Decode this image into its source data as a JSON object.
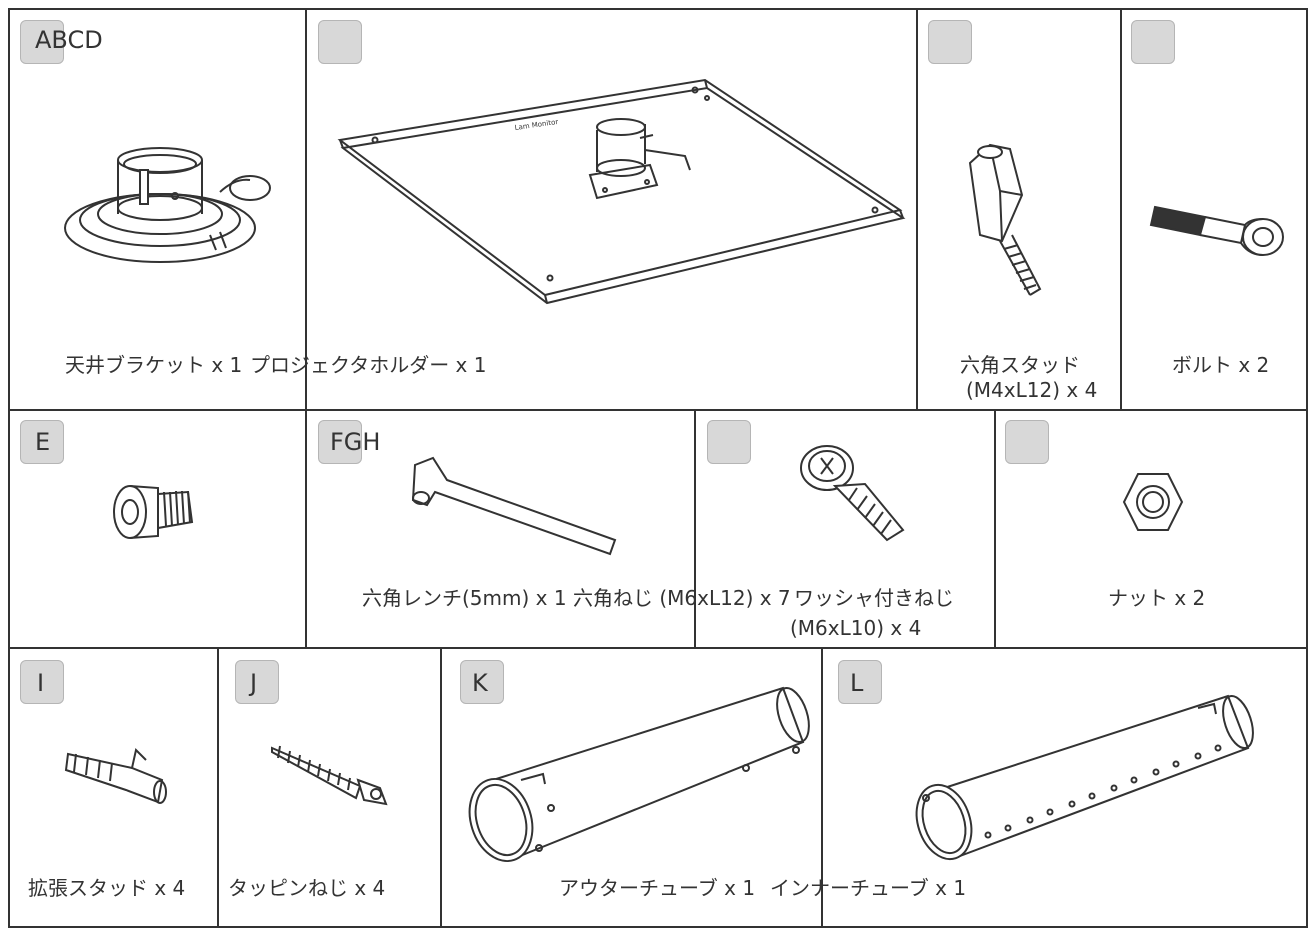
{
  "row1": {
    "labels": {
      "group": "ABCD"
    },
    "captions": {
      "ceiling_bracket": "天井ブラケット x 1",
      "projector_holder": "プロジェクタホルダー x 1",
      "hex_standoff_line1": "六角スタッド",
      "hex_standoff_line2": "(M4xL12) x 4",
      "bolt": "ボルト x 2"
    }
  },
  "row2": {
    "labels": {
      "e": "E",
      "group": "FGH"
    },
    "captions": {
      "hex_wrench": "六角レンチ(5mm) x 1",
      "hex_screw": "六角ねじ (M6xL12) x 7",
      "washer_screw_line1": "ワッシャ付きねじ",
      "washer_screw_line2": "(M6xL10) x 4",
      "nut": "ナット x 2"
    }
  },
  "row3": {
    "labels": {
      "i": "I",
      "j": "J",
      "k": "K",
      "l": "L"
    },
    "captions": {
      "expansion_anchor": "拡張スタッド x 4",
      "tapping_screw": "タッピンねじ x 4",
      "outer_tube": "アウターチューブ x 1",
      "inner_tube": "インナーチューブ x 1"
    }
  }
}
